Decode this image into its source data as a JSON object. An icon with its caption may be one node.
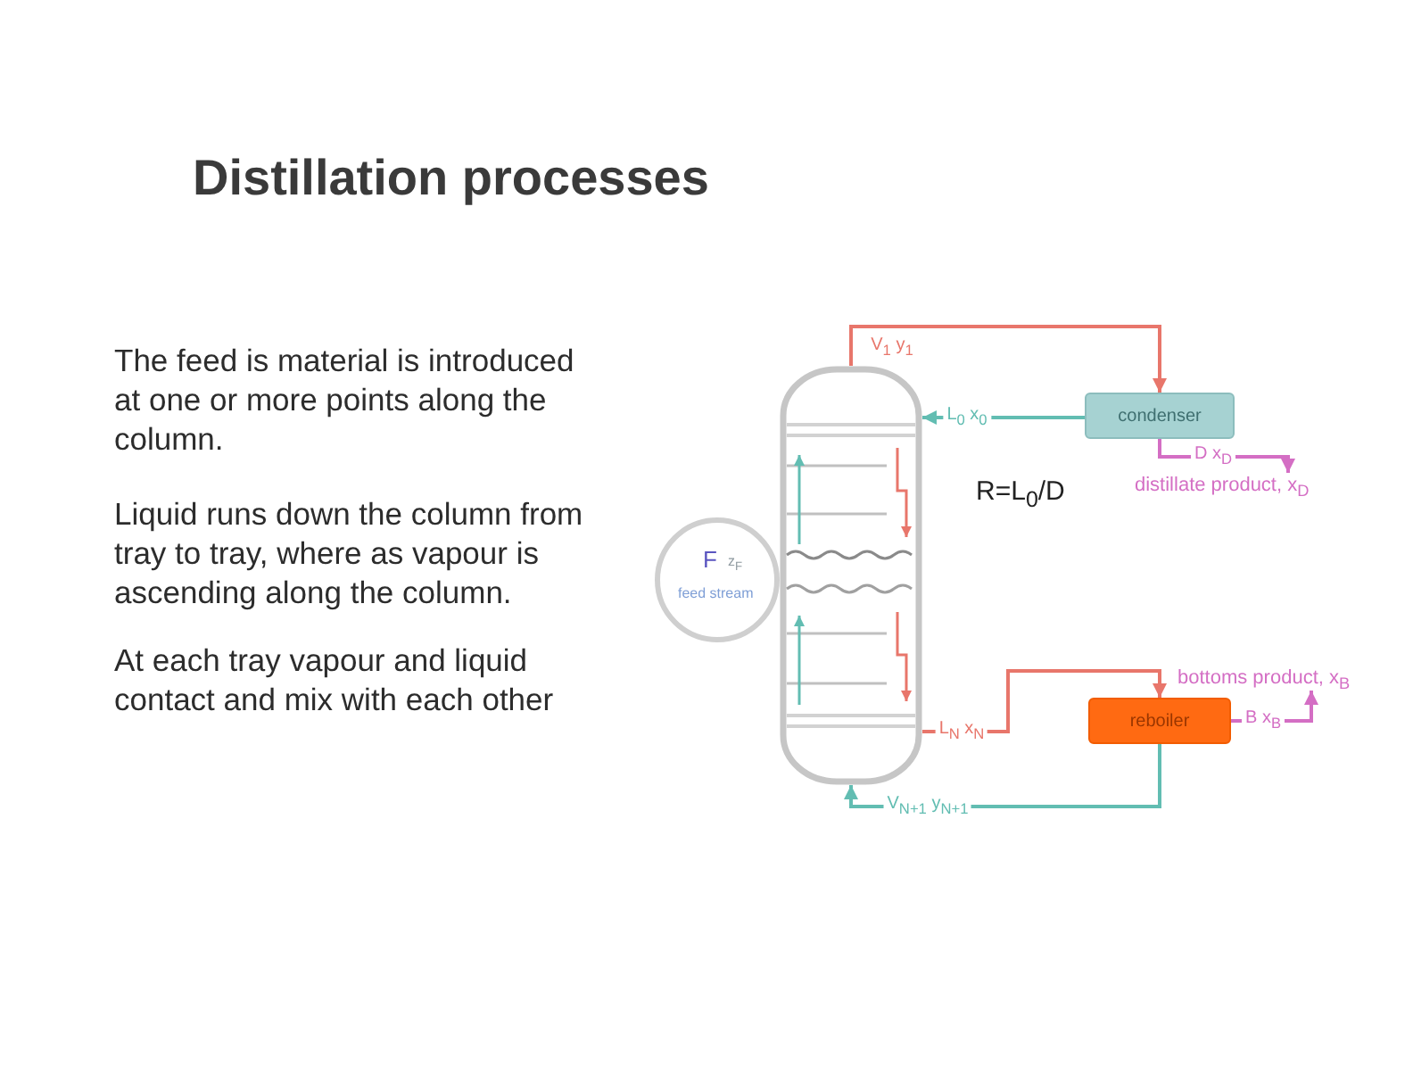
{
  "diagram": {
    "title": "Distillation processes",
    "nodes": [
      {
        "text": [],
        "shape": "cylinder"
      },
      {
        "text": [
          "F",
          "z$_{F}$",
          "feed stream"
        ]
      },
      {
        "text": [
          "condenser"
        ]
      },
      {
        "text": [
          "reboiler"
        ]
      },
      {
        "text": [
          "distillate product, x$_{D}$"
        ]
      },
      {
        "text": [
          "bottoms product, x$_{B}$"
        ]
      }
    ],
    "edges": [
      {
        "from": 0,
        "to": 2,
        "arrow": "to",
        "label": "V$_{1}$ y$_{1}$",
        "color": "#e8766b"
      },
      {
        "from": 2,
        "to": 0,
        "arrow": "to",
        "label": "L$_{0}$ x$_{0}$",
        "color": "#62bdb2"
      },
      {
        "from": 2,
        "to": 4,
        "arrow": "to",
        "label": "D x$_{D}$",
        "color": "#d46ec4"
      },
      {
        "from": 0,
        "to": 3,
        "arrow": "to",
        "label": "L$_{N}$ x$_{N}$",
        "color": "#e8766b"
      },
      {
        "from": 3,
        "to": 0,
        "arrow": "to",
        "label": "V$_{N+1}$ y$_{N+1}$",
        "color": "#62bdb2"
      },
      {
        "from": 3,
        "to": 5,
        "arrow": "to",
        "label": "B x$_{B}$",
        "color": "#d46ec4"
      }
    ],
    "labels": [
      "The feed is material is introduced at one or more points along the column.",
      "Liquid runs down the column from tray to tray, where as vapour is ascending along the column.",
      "At each tray vapour and liquid contact and mix with each other",
      "R=L$_{0}$/D"
    ]
  }
}
